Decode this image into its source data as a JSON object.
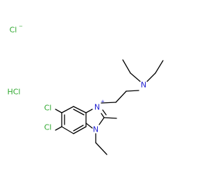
{
  "molecule": {
    "chloride_ion": {
      "symbol": "Cl",
      "charge": "−"
    },
    "hydrochloride": "HCl",
    "atoms": {
      "n_amine": "N",
      "n_ring_charged": "N",
      "n_ring_charge": "+",
      "n_ring_ethyl": "N",
      "cl_upper": "Cl",
      "cl_lower": "Cl"
    }
  },
  "colors": {
    "bond": "#000000",
    "nitrogen": "#1f1fd0",
    "chlorine": "#2fa82f"
  }
}
